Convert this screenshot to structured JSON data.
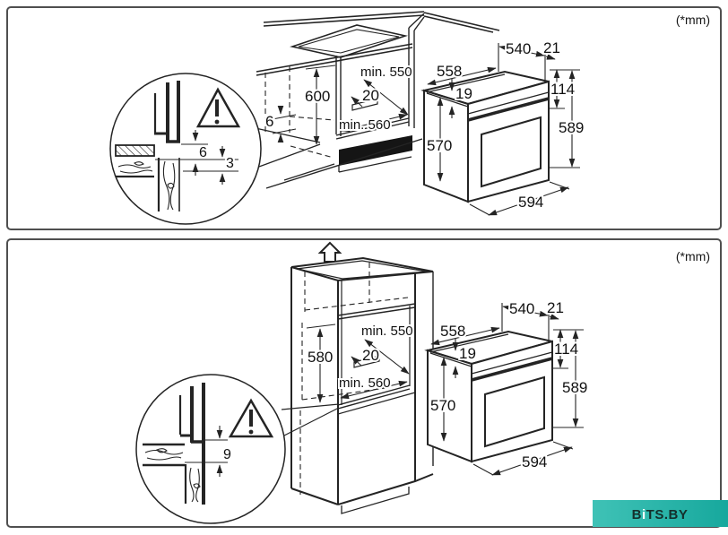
{
  "panel_top": {
    "units_label": "(*mm)",
    "niche": {
      "height": "600",
      "depth_min": "min. 550",
      "rear_vent": "20",
      "width_min": "min. 560",
      "front_gap": "6"
    },
    "detail": {
      "upper_gap": "6",
      "lower_gap": "3"
    },
    "oven": {
      "top_width": "558",
      "top_inset": "19",
      "body_height": "570",
      "top_depth": "540",
      "rear_offset": "21",
      "front_panel_height": "114",
      "overall_height": "589",
      "front_width": "594"
    }
  },
  "panel_bottom": {
    "units_label": "(*mm)",
    "niche": {
      "height": "580",
      "depth_min": "min. 550",
      "rear_vent": "20",
      "width_min": "min. 560"
    },
    "detail": {
      "shelf_gap": "9"
    },
    "oven": {
      "top_width": "558",
      "top_inset": "19",
      "body_height": "570",
      "top_depth": "540",
      "rear_offset": "21",
      "front_panel_height": "114",
      "overall_height": "589",
      "front_width": "594"
    }
  },
  "watermark": {
    "prefix": "B",
    "accent": "i",
    "suffix": "TS.BY",
    "bg": "#2bb5aa"
  }
}
